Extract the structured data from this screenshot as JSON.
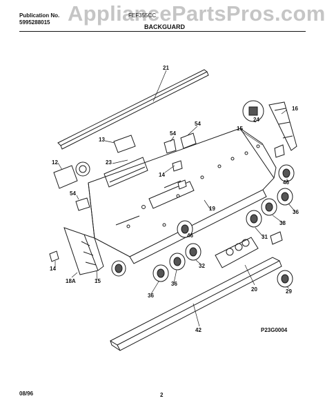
{
  "header": {
    "publication_label": "Publication No.",
    "publication_number": "5995288015",
    "model_number": "FEF355CC",
    "section_title": "BACKGUARD"
  },
  "watermark": "AppliancePartsPros.com",
  "diagram": {
    "diagram_code": "P23G0004",
    "callouts": [
      "21",
      "16",
      "24",
      "15",
      "54",
      "54",
      "13",
      "23",
      "14",
      "12",
      "46",
      "54",
      "19",
      "36",
      "38",
      "46",
      "31",
      "32",
      "36",
      "36",
      "20",
      "29",
      "14",
      "18A",
      "15",
      "42"
    ]
  },
  "footer": {
    "date": "08/96",
    "page": "2"
  }
}
